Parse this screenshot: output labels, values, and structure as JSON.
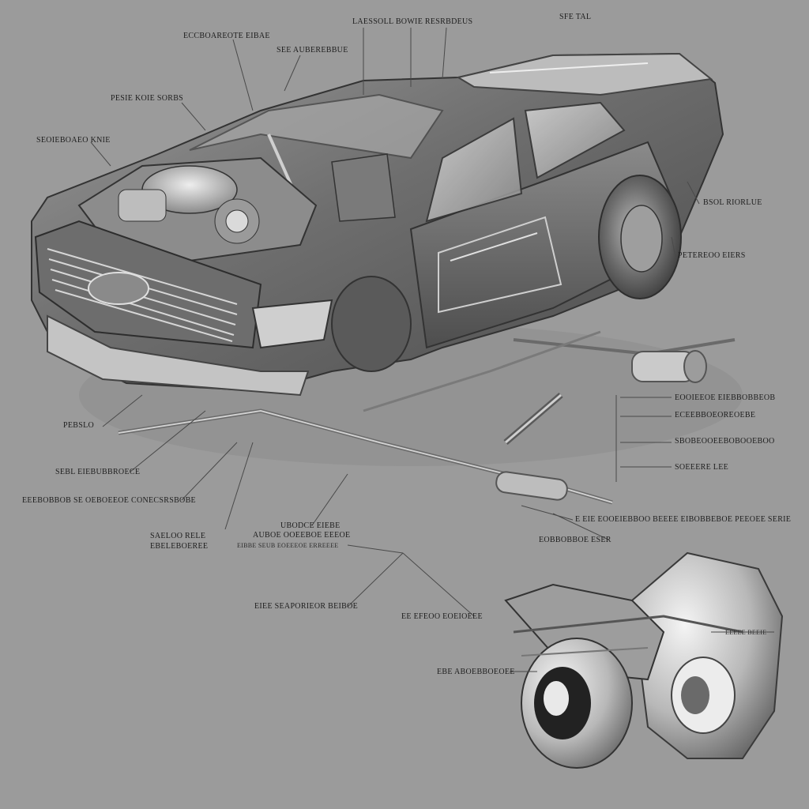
{
  "colors": {
    "background": "#9b9b9b",
    "body_dark": "#5c5c5c",
    "body_mid": "#7d7d7d",
    "body_light": "#c9c9c9",
    "highlight": "#f2f2f2",
    "leader_line": "#444444",
    "label_text": "#1e1e1e"
  },
  "labels": {
    "top_center": "LAESSOLL BOWIE RESRBDEUS",
    "top_right": "SFE TAL",
    "top_left": "ECCBOAREOTE EIBAE",
    "top_left_2": "SEE AUBEREBBUE",
    "left_upper": "PESIE KOIE SORBS",
    "left_mid": "SEOIEBOAEO KNIE",
    "right_wheel_1": "BSOL RIORLUE",
    "right_wheel_2": "PETEREOO EIERS",
    "right_r1": "EOOIEEOE EIEBBOBBEOB",
    "right_r2": "ECEEBBOEOREOEBE",
    "right_r3": "SBOBEOOEEBOBOOEBOO",
    "right_r4": "SOEEERE Lee",
    "left_low_1": "PEBSLO",
    "left_low_2": "SEBL EIEBUBBROECE",
    "left_low_3": "EEEBOBBOB SE OEBOEEOE CONECSRSBOBE",
    "mid_low_1a": "SAELOO RELE",
    "mid_low_1b": "EBELEBOEREE",
    "mid_low_2a": "UBODCE EIEBE",
    "mid_low_2b": "AUBOE OOEEBOE EEEOE",
    "mid_low_2c": "EIBBE SEUB EOEEEOE ERREEEE",
    "right_low_long": "E EIE EOOEIEBBOO BEEEE EIBOBBEBOE PEEOEE SERIE",
    "right_low_2": "EOBBOBBOE ESER",
    "bottom_mid_1": "EIEE SEAPORIEOR BEIBOE",
    "bottom_mid_2": "EE EFEOO EOEIOEEE",
    "bottom_left_turbo": "EBE ABOEBBOEOEE",
    "turbo_right": "EEEEE BEEIE"
  }
}
